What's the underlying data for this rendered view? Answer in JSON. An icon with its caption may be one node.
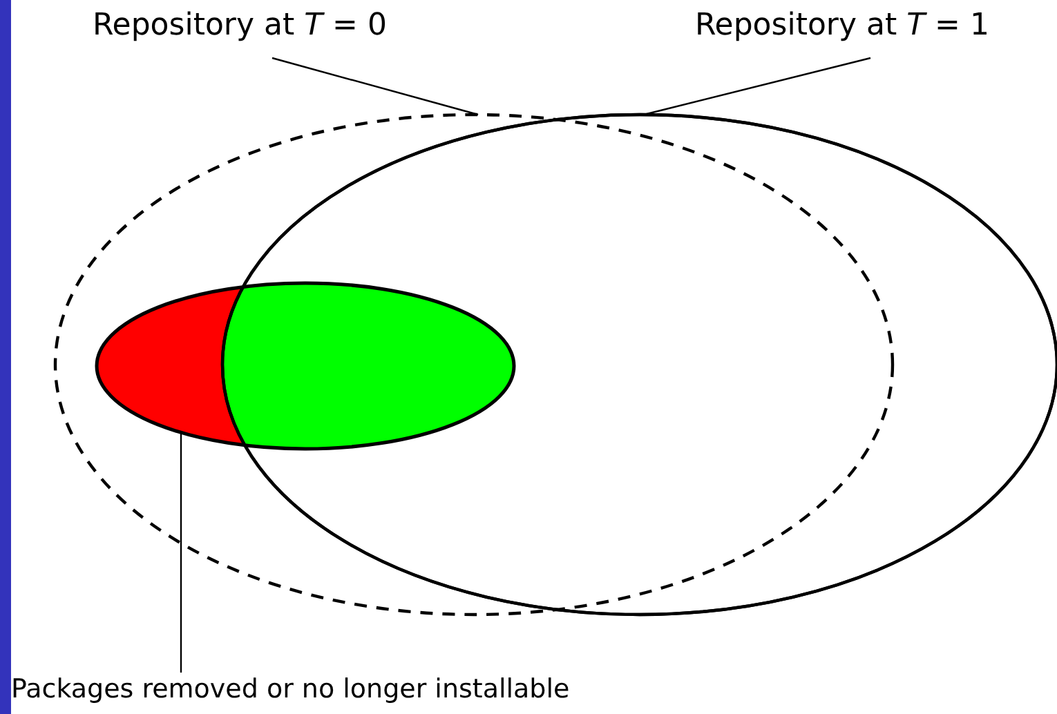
{
  "diagram": {
    "nodes": [
      {
        "text": [
          "Repository at *T* = 0"
        ]
      },
      {
        "text": [],
        "shape": "ellipse"
      },
      {
        "text": [
          "Repository at *T* = 1"
        ]
      },
      {
        "text": [],
        "shape": "ellipse"
      },
      {
        "text": [
          "Packages removed or no longer installable"
        ]
      },
      {
        "text": [],
        "shape": "ellipse"
      }
    ],
    "edges": [
      {
        "from": 0,
        "to": 1,
        "arrow": "none"
      },
      {
        "from": 2,
        "to": 3,
        "arrow": "none"
      },
      {
        "from": 4,
        "to": 5,
        "arrow": "none"
      }
    ]
  }
}
